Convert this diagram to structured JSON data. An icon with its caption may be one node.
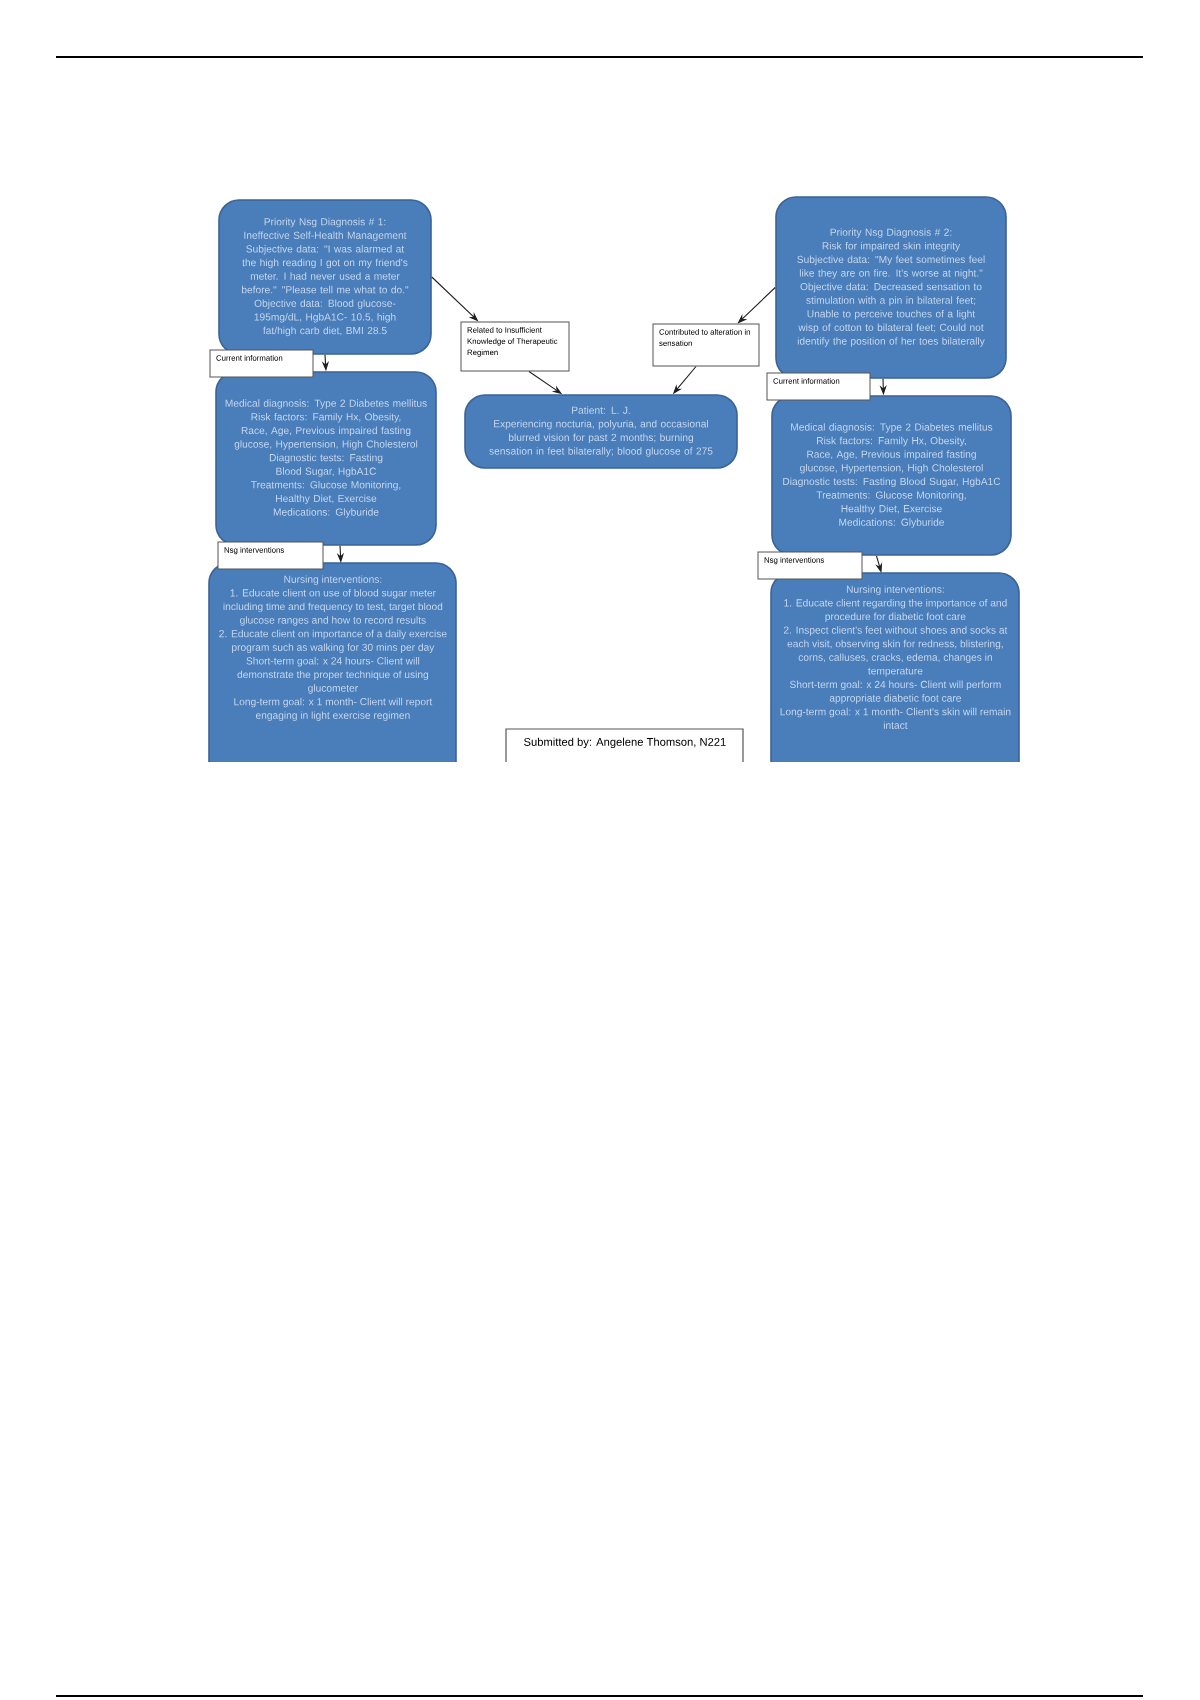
{
  "diagram": {
    "nodes": [
      {
        "text": [
          "Priority Nsg Diagnosis # 1: Ineffective Self-Health Management",
          "Subjective data: \"I was alarmed at the high reading I got on my friend's meter. I had never used a meter before.\" \"Please tell me what to do.\"",
          "Objective data: Blood glucose-195mg/dL, HgbA1C- 10.5, high fat/high carb diet, BMI 28.5"
        ]
      },
      {
        "text": [
          "Current information"
        ]
      },
      {
        "text": [
          "Medical diagnosis: Type 2 Diabetes mellitus",
          "Risk factors: Family Hx, Obesity, Race, Age, Previous impaired fasting glucose, Hypertension, High Cholesterol",
          "Diagnostic tests: Fasting Blood Sugar, HgbA1C",
          "Treatments: Glucose Monitoring, Healthy Diet, Exercise",
          "Medications: Glyburide"
        ]
      },
      {
        "text": [
          "Nsg interventions"
        ]
      },
      {
        "text": [
          "Nursing interventions:",
          "1. Educate client on use of blood sugar meter including time and frequency to test, target blood glucose ranges and how to record results",
          "2. Educate client on importance of a daily exercise program such as walking for 30 mins per day",
          "Short-term goal: x 24 hours- Client will demonstrate the proper technique of using glucometer",
          "Long-term goal: x 1 month- Client will report engaging in light exercise regimen"
        ]
      },
      {
        "text": [
          "Related to Insufficient Knowledge of Therapeutic Regimen"
        ]
      },
      {
        "text": [
          "Patient: L. J.",
          "Experiencing nocturia, polyuria, and occasional blurred vision for past 2 months; burning sensation in feet bilaterally; blood glucose of 275"
        ]
      },
      {
        "text": [
          "Contributed to alteration in sensation"
        ]
      },
      {
        "text": [
          "Priority Nsg Diagnosis # 2: Risk for impaired skin integrity",
          "Subjective data: \"My feet sometimes feel like they are on fire. It's worse at night.\"",
          "Objective data: Decreased sensation to stimulation with a pin in bilateral feet; Unable to perceive touches of a light wisp of cotton to bilateral feet; Could not identify the position of her toes bilaterally"
        ]
      },
      {
        "text": [
          "Current information"
        ]
      },
      {
        "text": [
          "Medical diagnosis: Type 2 Diabetes mellitus",
          "Risk factors: Family Hx, Obesity, Race, Age, Previous impaired fasting glucose, Hypertension, High Cholesterol",
          "Diagnostic tests: Fasting Blood Sugar, HgbA1C",
          "Treatments: Glucose Monitoring, Healthy Diet, Exercise",
          "Medications: Glyburide"
        ]
      },
      {
        "text": [
          "Nsg interventions"
        ]
      },
      {
        "text": [
          "Nursing interventions:",
          "1. Educate client regarding the importance of and procedure for diabetic foot care",
          "2. Inspect client's feet without shoes and socks at each visit, observing skin for redness, blistering, corns, calluses, cracks, edema, changes in temperature",
          "Short-term goal: x 24 hours- Client will perform appropriate diabetic foot care",
          "Long-term goal: x 1 month- Client's skin will remain intact"
        ]
      },
      {
        "text": [
          "Submitted by: Angelene Thomson, N221"
        ]
      }
    ],
    "edges": [
      {
        "from": 0,
        "to": 5,
        "arrow": "to"
      },
      {
        "from": 5,
        "to": 6,
        "arrow": "to"
      },
      {
        "from": 8,
        "to": 7,
        "arrow": "to"
      },
      {
        "from": 7,
        "to": 6,
        "arrow": "to"
      },
      {
        "from": 0,
        "to": 2,
        "arrow": "to"
      },
      {
        "from": 2,
        "to": 4,
        "arrow": "to"
      },
      {
        "from": 8,
        "to": 10,
        "arrow": "to"
      },
      {
        "from": 10,
        "to": 12,
        "arrow": "to"
      }
    ]
  }
}
